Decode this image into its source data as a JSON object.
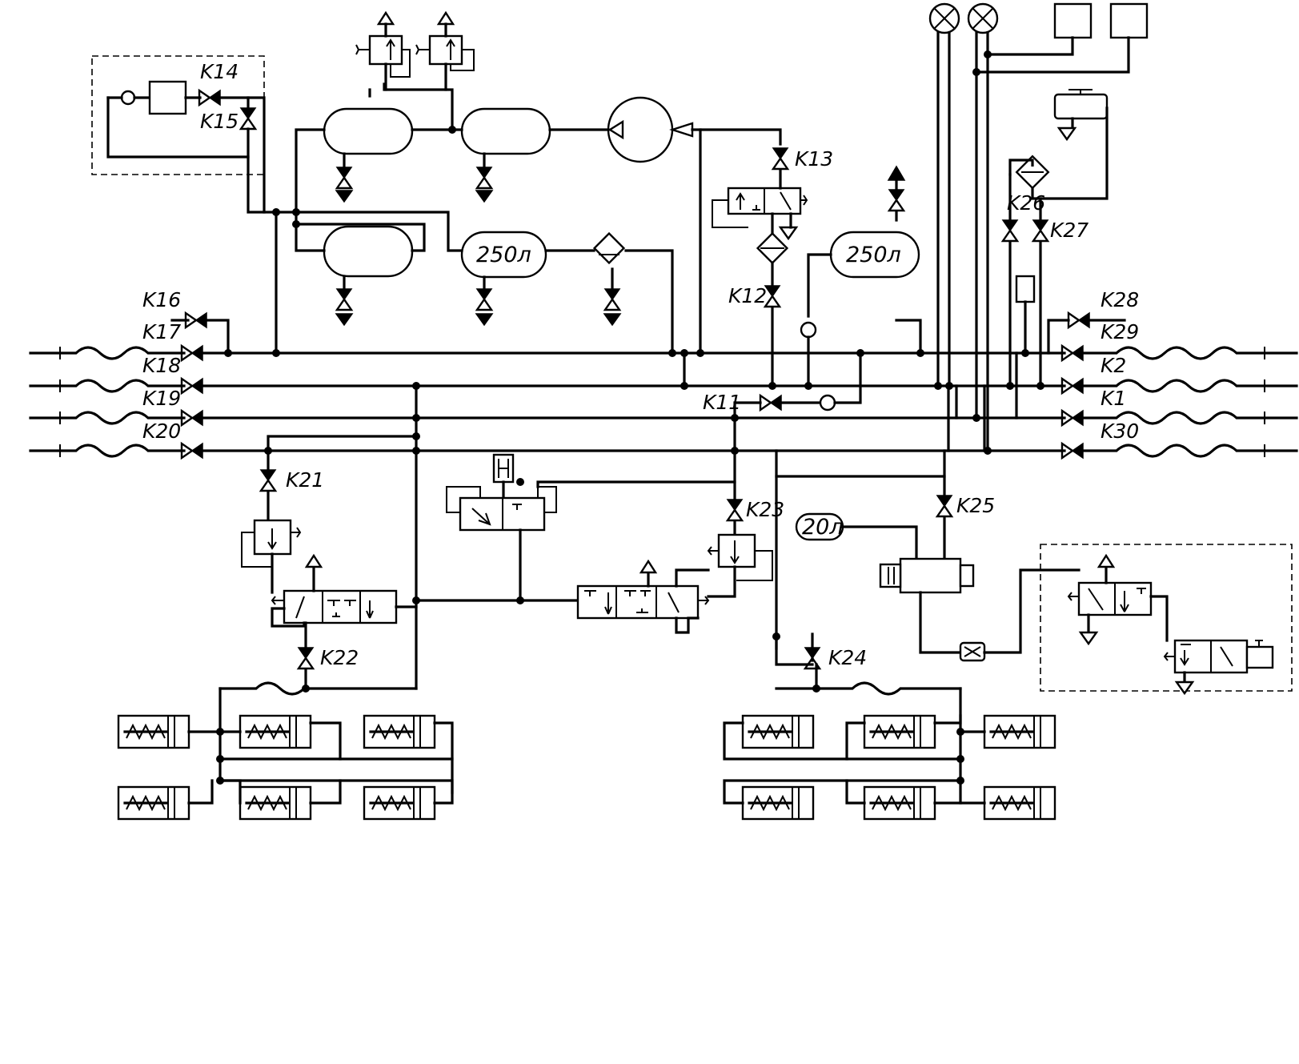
{
  "diagram": {
    "valve_labels": {
      "k1": "K1",
      "k2": "K2",
      "k11": "K11",
      "k12": "K12",
      "k13": "K13",
      "k14": "K14",
      "k15": "K15",
      "k16": "K16",
      "k17": "K17",
      "k18": "K18",
      "k19": "K19",
      "k20": "K20",
      "k21": "K21",
      "k22": "K22",
      "k23": "K23",
      "k24": "K24",
      "k25": "K25",
      "k26": "K26",
      "k27": "K27",
      "k28": "K28",
      "k29": "K29",
      "k30": "K30"
    },
    "reservoir_labels": {
      "main_tank_1": "250л",
      "main_tank_2": "250л",
      "aux_tank": "20л"
    }
  }
}
